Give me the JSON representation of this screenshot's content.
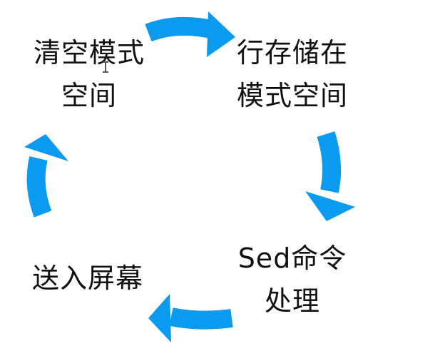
{
  "colors": {
    "arrow": "#0a9af0",
    "text": "#111111",
    "background": "#ffffff"
  },
  "nodes": {
    "clear": {
      "line1": "清空模式",
      "line2": "空间"
    },
    "store": {
      "line1": "行存储在",
      "line2": "模式空间"
    },
    "sed": {
      "line1": "Sed命令",
      "line2": "处理"
    },
    "send": {
      "line1": "送入屏幕"
    }
  }
}
